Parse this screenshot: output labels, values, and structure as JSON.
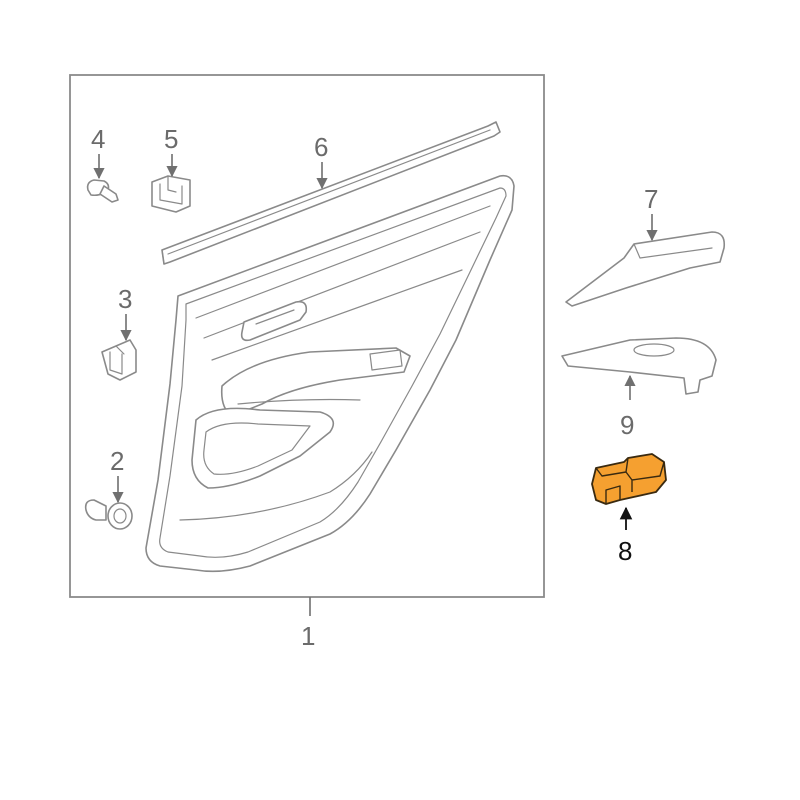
{
  "callouts": {
    "c1": "1",
    "c2": "2",
    "c3": "3",
    "c4": "4",
    "c5": "5",
    "c6": "6",
    "c7": "7",
    "c8": "8",
    "c9": "9"
  },
  "highlight": {
    "part": "8",
    "fill": "#f5a030",
    "stroke": "#3a2a10"
  },
  "colors": {
    "line": "#8a8a8a",
    "label": "#6b6b6b",
    "label_highlight": "#111111"
  }
}
